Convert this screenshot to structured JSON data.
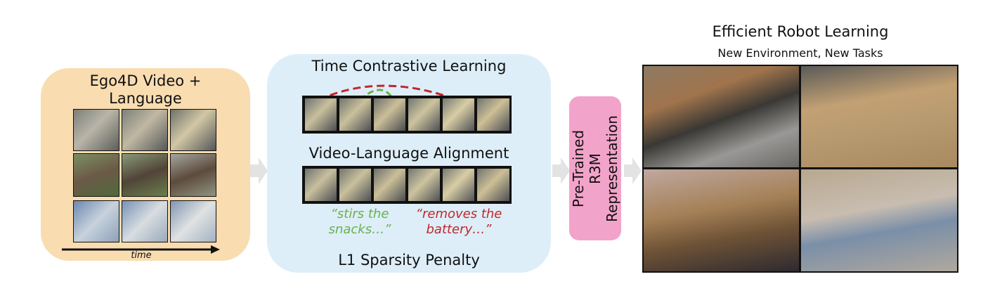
{
  "ego4d": {
    "title": "Ego4D Video +\nLanguage",
    "time_label": "time",
    "frames_tint": [
      "#8a8f86",
      "#9aa08a",
      "#7f8a7c",
      "#6e7f5a",
      "#768a66",
      "#8a8a82",
      "#9aa8b8",
      "#a8b8c4",
      "#b8c0c8"
    ]
  },
  "r3m": {
    "tcl_title": "Time Contrastive Learning",
    "vla_title": "Video-Language Alignment",
    "l1_title": "L1 Sparsity Penalty",
    "quote_green": "“stirs the\nsnacks…”",
    "quote_red": "“removes the\nbattery…”",
    "colors": {
      "green": "#6ab04c",
      "red": "#c0282d"
    }
  },
  "pretrained": {
    "label": "Pre-Trained R3M\nRepresentation"
  },
  "robot": {
    "title": "Efficient Robot Learning",
    "subtitle": "New Environment, New Tasks"
  }
}
